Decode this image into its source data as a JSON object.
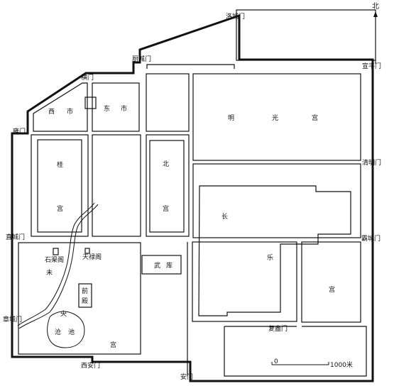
{
  "map": {
    "colors": {
      "background": "#ffffff",
      "ink": "#111111",
      "water": "#ffffff"
    },
    "north_arrow": {
      "label": "北"
    },
    "scale_bar": {
      "start_label": "0",
      "end_label": "1000米"
    },
    "gates": {
      "luocheng": "洛城门",
      "chucheng": "厨城门",
      "heng": "横门",
      "yong": "雍门",
      "zhicheng": "直城门",
      "zhangcheng": "章城门",
      "xian": "西安门",
      "an": "安门",
      "fuang": "复盎门",
      "bacheng": "霸城门",
      "qingming": "清明门",
      "xuanping": "宣平门"
    },
    "districts": {
      "west_market": [
        "西",
        "市"
      ],
      "east_market": [
        "东",
        "市"
      ],
      "gui_palace": [
        "桂",
        "宫"
      ],
      "north_palace": [
        "北",
        "宫"
      ],
      "mingguang_palace": [
        "明",
        "光",
        "宫"
      ],
      "changle_palace": [
        "长",
        "乐",
        "宫"
      ],
      "weiyang_palace": [
        "未",
        "央",
        "宫"
      ],
      "armory": [
        "武",
        "库"
      ]
    },
    "weiyang_buildings": {
      "shiqu": "石渠阁",
      "tianlu": "天禄阁",
      "front_hall": [
        "前",
        "殿"
      ]
    },
    "pond": [
      "沧",
      "池"
    ]
  }
}
